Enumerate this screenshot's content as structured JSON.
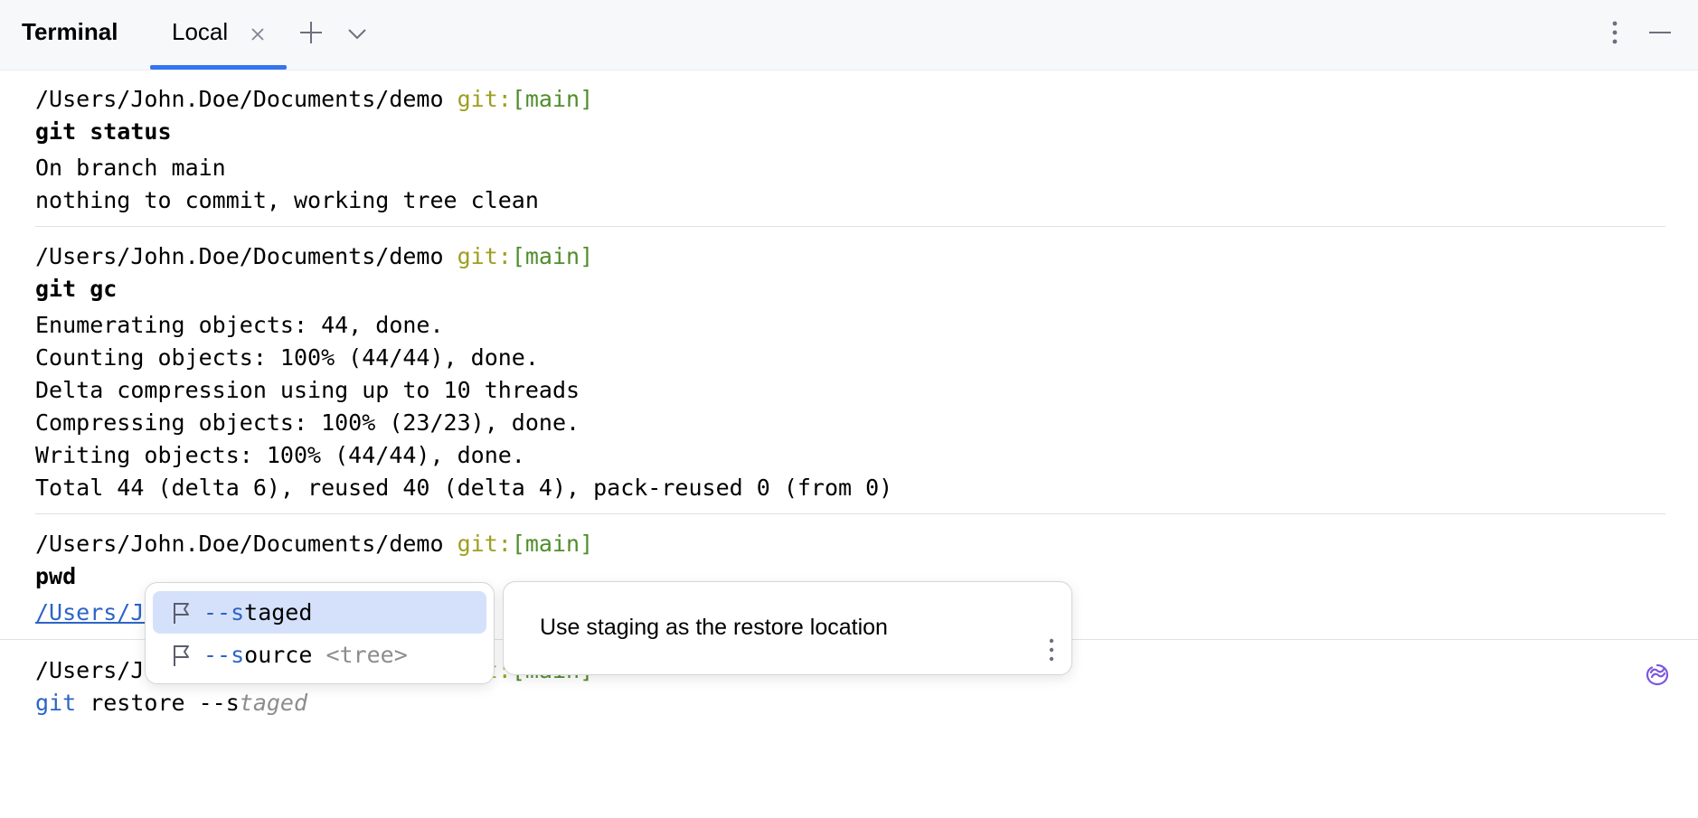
{
  "window": {
    "title": "Terminal",
    "tab": {
      "label": "Local"
    },
    "icons": {
      "close_tab": "close-icon",
      "add_tab": "plus-icon",
      "tab_menu": "chevron-down-icon",
      "more": "vertical-ellipsis-icon",
      "minimize": "minimize-icon"
    },
    "colors": {
      "accent": "#3574f0",
      "selection": "#d5e1fb",
      "git_label": "#9e9e20",
      "git_branch": "#508d2b"
    }
  },
  "blocks": [
    {
      "prompt": {
        "path": "/Users/John.Doe/Documents/demo",
        "git_label": "git:",
        "branch": "[main]"
      },
      "command": "git status",
      "output": [
        "On branch main",
        "nothing to commit, working tree clean"
      ]
    },
    {
      "prompt": {
        "path": "/Users/John.Doe/Documents/demo",
        "git_label": "git:",
        "branch": "[main]"
      },
      "command": "git gc",
      "output": [
        "Enumerating objects: 44, done.",
        "Counting objects: 100% (44/44), done.",
        "Delta compression using up to 10 threads",
        "Compressing objects: 100% (23/23), done.",
        "Writing objects: 100% (44/44), done.",
        "Total 44 (delta 6), reused 40 (delta 4), pack-reused 0 (from 0)"
      ]
    },
    {
      "prompt": {
        "path": "/Users/John.Doe/Documents/demo",
        "git_label": "git:",
        "branch": "[main]"
      },
      "command": "pwd",
      "output_link": "/Users/John.Doe/Documents/demo"
    }
  ],
  "current": {
    "prompt": {
      "path": "/Users/John.Doe/Documents/demo",
      "git_label": "git:",
      "branch": "[main]"
    },
    "input_git": "git",
    "input_rest": " restore --s",
    "ghost": "taged",
    "ai_icon": "ai-assistant-icon"
  },
  "completion": {
    "items": [
      {
        "match": "--s",
        "rest": "taged",
        "hint": "",
        "icon": "flag-icon",
        "selected": true
      },
      {
        "match": "--s",
        "rest": "ource",
        "hint": " <tree>",
        "icon": "flag-icon",
        "selected": false
      }
    ]
  },
  "doc": {
    "text": "Use staging as the restore location",
    "more_icon": "vertical-ellipsis-icon"
  }
}
